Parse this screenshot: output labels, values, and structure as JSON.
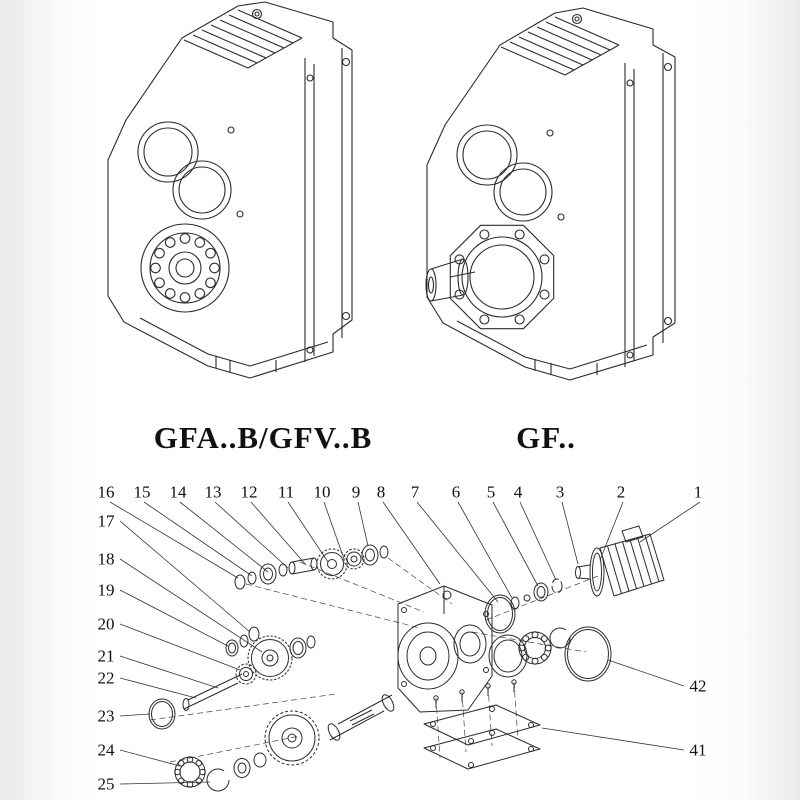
{
  "palette": {
    "line": "#2b2b2b",
    "paper": "#ffffff"
  },
  "models": [
    {
      "label": "GFA..B/GFV..B"
    },
    {
      "label": "GF.."
    }
  ],
  "exploded": {
    "top_row": [
      "16",
      "15",
      "14",
      "13",
      "12",
      "11",
      "10",
      "9",
      "8",
      "7",
      "6",
      "5",
      "4",
      "3",
      "2",
      "1"
    ],
    "left_column": [
      "17",
      "18",
      "19",
      "20",
      "21",
      "22",
      "23",
      "24",
      "25"
    ],
    "right_column": [
      "42",
      "41"
    ]
  }
}
